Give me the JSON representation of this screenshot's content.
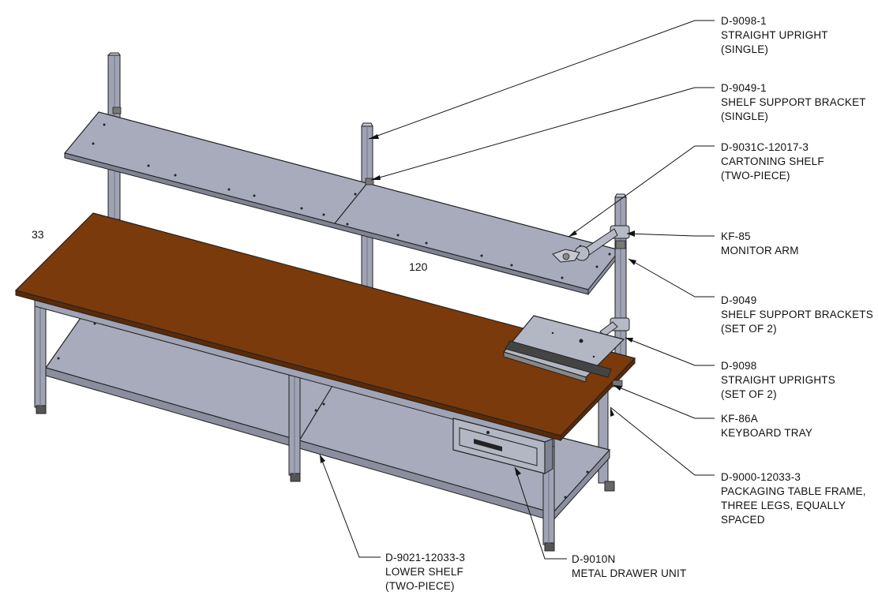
{
  "callouts": [
    {
      "id": "straight-upright-single",
      "lines": [
        "D-9098-1",
        "STRAIGHT UPRIGHT",
        "(SINGLE)"
      ]
    },
    {
      "id": "shelf-support-bracket-single",
      "lines": [
        "D-9049-1",
        "SHELF SUPPORT BRACKET",
        "(SINGLE)"
      ]
    },
    {
      "id": "cartoning-shelf",
      "lines": [
        "D-9031C-12017-3",
        "CARTONING SHELF",
        "(TWO-PIECE)"
      ]
    },
    {
      "id": "monitor-arm",
      "lines": [
        "KF-85",
        "MONITOR ARM"
      ]
    },
    {
      "id": "shelf-support-brackets",
      "lines": [
        "D-9049",
        "SHELF SUPPORT BRACKETS",
        "(SET OF 2)"
      ]
    },
    {
      "id": "straight-uprights",
      "lines": [
        "D-9098",
        "STRAIGHT UPRIGHTS",
        "(SET OF 2)"
      ]
    },
    {
      "id": "keyboard-tray",
      "lines": [
        "KF-86A",
        "KEYBOARD TRAY"
      ]
    },
    {
      "id": "packaging-table-frame",
      "lines": [
        "D-9000-12033-3",
        "PACKAGING TABLE FRAME,",
        "THREE LEGS, EQUALLY",
        "SPACED"
      ]
    },
    {
      "id": "lower-shelf",
      "lines": [
        "D-9021-12033-3",
        "LOWER SHELF",
        "(TWO-PIECE)"
      ]
    },
    {
      "id": "metal-drawer-unit",
      "lines": [
        "D-9010N",
        "METAL DRAWER UNIT"
      ]
    }
  ],
  "dimensions": {
    "depth": "33",
    "length": "120"
  },
  "colors": {
    "wood_top": "#7a3a0c",
    "wood_edge": "#5c2a06",
    "steel": "#a7abbb",
    "steel_dark": "#8a8e9e",
    "steel_light": "#c3c6d2",
    "line": "#222222"
  }
}
